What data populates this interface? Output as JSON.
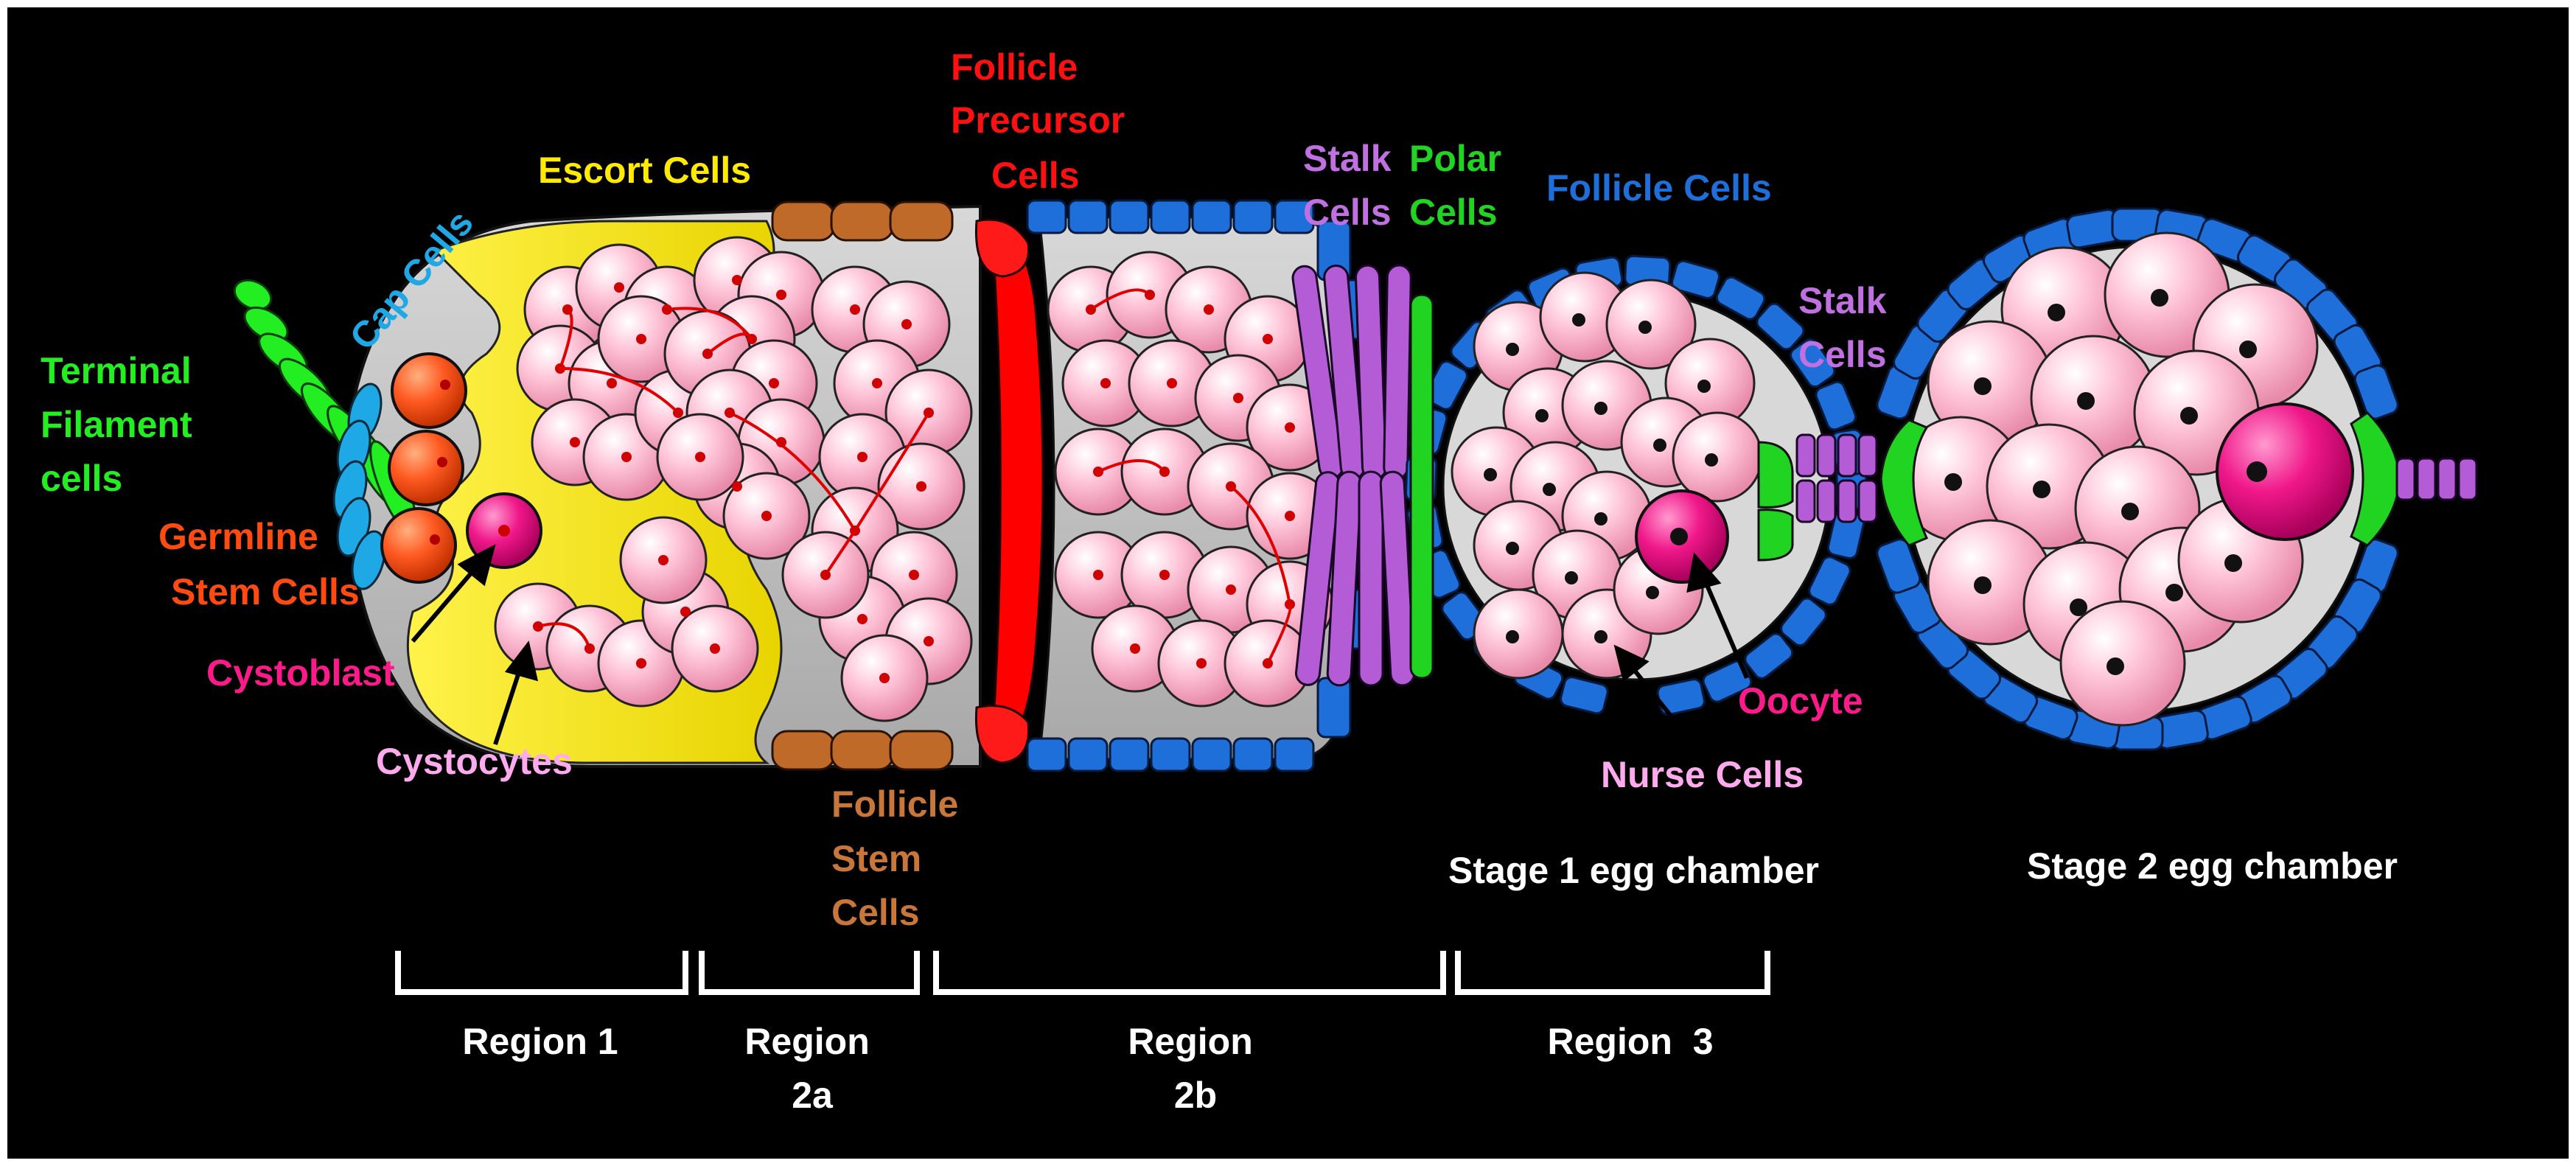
{
  "labels": {
    "terminal_filament": [
      "Terminal",
      "Filament",
      "cells"
    ],
    "cap_cells": "Cap Cells",
    "germline_stem": [
      "Germline",
      "Stem Cells"
    ],
    "cystoblast": "Cystoblast",
    "cystocytes": "Cystocytes",
    "escort_cells": "Escort Cells",
    "follicle_precursor": [
      "Follicle",
      "Precursor",
      "Cells"
    ],
    "follicle_stem": [
      "Follicle",
      "Stem",
      "Cells"
    ],
    "stalk_cells_a": [
      "Stalk",
      "Cells"
    ],
    "polar_cells": [
      "Polar",
      "Cells"
    ],
    "follicle_cells": "Follicle Cells",
    "stalk_cells_b": [
      "Stalk",
      "Cells"
    ],
    "oocyte": "Oocyte",
    "nurse_cells": "Nurse Cells",
    "stage1": "Stage 1 egg chamber",
    "stage2": "Stage 2 egg chamber"
  },
  "regions": {
    "r1": [
      "Region 1"
    ],
    "r2a": [
      "Region",
      "2a"
    ],
    "r2b": [
      "Region",
      "2b"
    ],
    "r3": [
      "Region  3"
    ]
  },
  "colors": {
    "background": "#000000",
    "terminal_filament": "#22ee22",
    "cap_cells": "#1ea8e6",
    "germline_stem": "#ff5a1e",
    "cystoblast": "#ff1a8c",
    "cystocytes": "#ff9ee0",
    "escort_cells": "#ffea00",
    "follicle_precursor": "#ff0000",
    "follicle_stem": "#c06a2a",
    "stalk_cells": "#b45cd6",
    "polar_cells": "#22d422",
    "follicle_cells": "#1e6fd9",
    "oocyte": "#ff1a8c",
    "nurse_cells": "#ff9ee0",
    "stage_text": "#ffffff"
  }
}
